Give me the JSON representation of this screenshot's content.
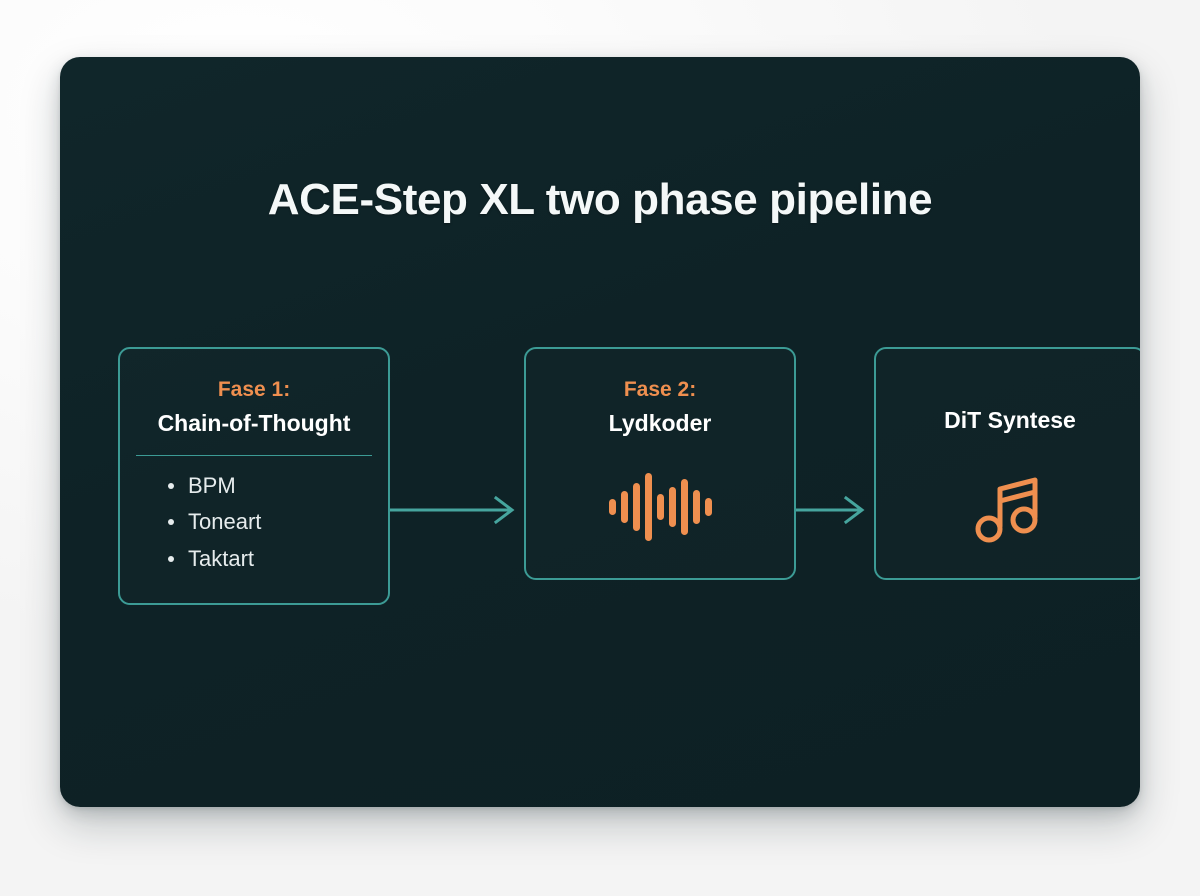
{
  "slide": {
    "title": "ACE-Step XL two phase pipeline",
    "colors": {
      "card_background": "#0e2226",
      "page_background": "#ffffff",
      "accent_teal": "#3c9b95",
      "accent_orange": "#ef8f4f",
      "title_text": "#f4f8f8",
      "body_text": "#e6eced"
    }
  },
  "flow": {
    "boxes": [
      {
        "phase_label": "Fase 1:",
        "phase_name": "Chain-of-Thought",
        "has_divider": true,
        "items": [
          "BPM",
          "Toneart",
          "Taktart"
        ],
        "icon": null
      },
      {
        "phase_label": "Fase 2:",
        "phase_name": "Lydkoder",
        "has_divider": false,
        "items": [],
        "icon": "audio-waveform-icon"
      },
      {
        "phase_label": "",
        "phase_name": "DiT Syntese",
        "has_divider": false,
        "items": [],
        "icon": "music-note-icon"
      }
    ],
    "arrows": [
      {
        "name": "arrow-phase1-to-phase2"
      },
      {
        "name": "arrow-phase2-to-phase3"
      }
    ],
    "waveform_bar_heights": [
      16,
      32,
      48,
      68,
      26,
      40,
      56,
      34,
      18
    ]
  }
}
